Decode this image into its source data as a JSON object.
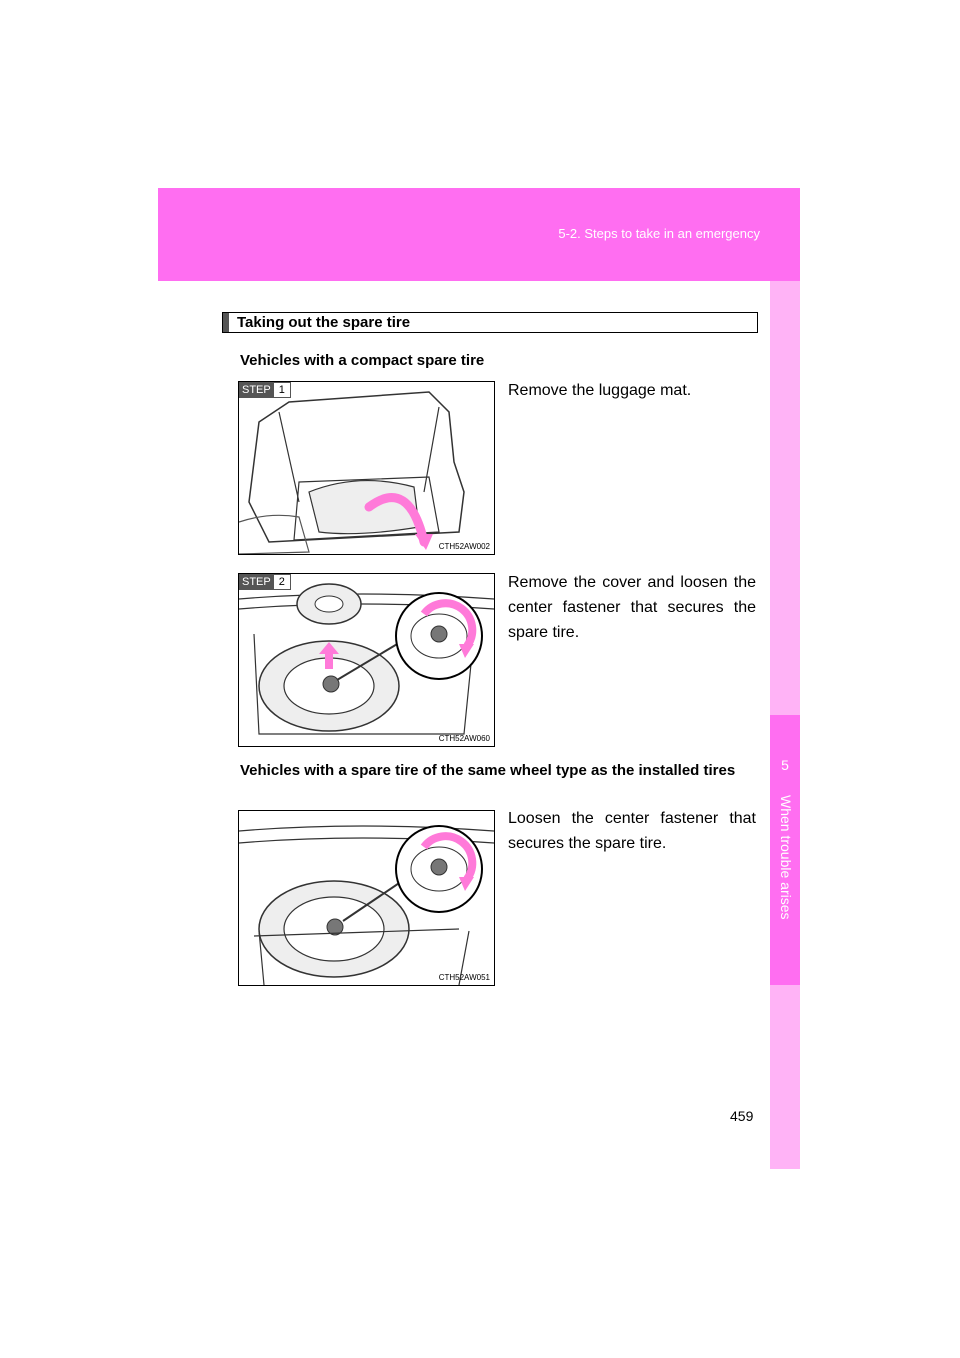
{
  "header": {
    "section": "5-2. Steps to take in an emergency"
  },
  "side_tab": {
    "chapter_number": "5",
    "chapter_title": "When trouble arises"
  },
  "section_heading": "Taking out the spare tire",
  "compact": {
    "heading": "Vehicles with a compact spare tire",
    "step1": {
      "badge_label": "STEP",
      "badge_number": "1",
      "text": "Remove the luggage mat.",
      "fig_code": "CTH52AW002"
    },
    "step2": {
      "badge_label": "STEP",
      "badge_number": "2",
      "text": "Remove the cover and loosen the center fastener that secures the spare tire.",
      "fig_code": "CTH52AW060"
    }
  },
  "same_wheel": {
    "heading": "Vehicles with a spare tire of the same wheel type as the installed tires",
    "text": "Loosen the center fastener that secures the spare tire.",
    "fig_code": "CTH52AW051"
  },
  "page_number": "459",
  "colors": {
    "header_band": "#ff6ef1",
    "side_tab": "#ffb3f6",
    "arrow": "#ff7ad9"
  }
}
